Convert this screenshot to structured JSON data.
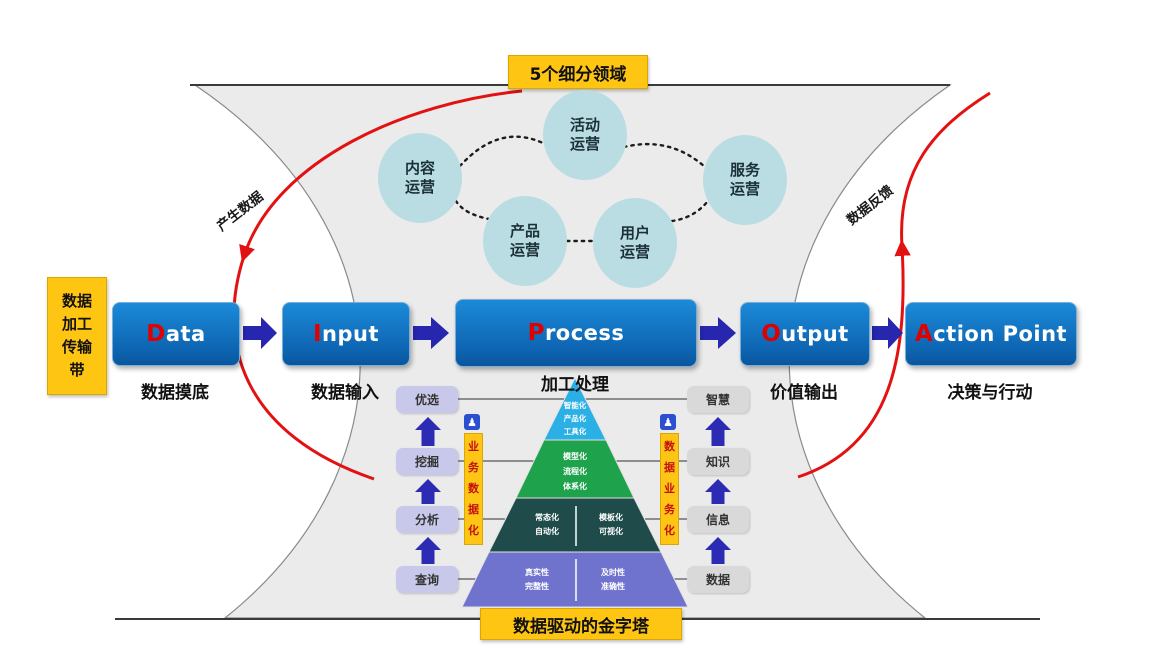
{
  "tags": {
    "top": "5个细分领域",
    "bottom": "数据驱动的金字塔",
    "conveyor": "数据加工传输带"
  },
  "circles": [
    {
      "label": "内容运营"
    },
    {
      "label": "活动运营"
    },
    {
      "label": "服务运营"
    },
    {
      "label": "产品运营"
    },
    {
      "label": "用户运营"
    }
  ],
  "flow_boxes": [
    {
      "initial": "D",
      "rest": "ata",
      "caption": "数据摸底"
    },
    {
      "initial": "I",
      "rest": "nput",
      "caption": "数据输入"
    },
    {
      "initial": "P",
      "rest": "rocess",
      "caption": "加工处理"
    },
    {
      "initial": "O",
      "rest": "utput",
      "caption": "价值输出"
    },
    {
      "initial": "A",
      "rest": "ction Point",
      "caption": "决策与行动"
    }
  ],
  "cycle_labels": {
    "produce": "产生数据",
    "feedback": "数据反馈"
  },
  "left_ladder": [
    {
      "label": "优选"
    },
    {
      "label": "挖掘"
    },
    {
      "label": "分析"
    },
    {
      "label": "查询"
    }
  ],
  "right_ladder": [
    {
      "label": "智慧"
    },
    {
      "label": "知识"
    },
    {
      "label": "信息"
    },
    {
      "label": "数据"
    }
  ],
  "strips": {
    "left": "业务数据化",
    "right": "数据业务化",
    "icon": "♟"
  },
  "pyramid": {
    "levels": [
      {
        "name": "wisdom-layer",
        "color": "#2bb0e6",
        "lines": [
          "智能化",
          "产品化",
          "工具化"
        ]
      },
      {
        "name": "knowledge-layer",
        "color": "#1ea24b",
        "lines": [
          "模型化",
          "流程化",
          "体系化"
        ]
      },
      {
        "name": "information-layer",
        "color": "#1f4b4b",
        "left": [
          "常态化",
          "自动化"
        ],
        "right": [
          "模板化",
          "可视化"
        ]
      },
      {
        "name": "data-layer",
        "color": "#7073ce",
        "left": [
          "真实性",
          "完整性"
        ],
        "right": [
          "及时性",
          "准确性"
        ]
      }
    ]
  },
  "colors": {
    "flow_box_blue": "#0d63b0",
    "initial_red": "#e00000",
    "arrow_indigo": "#2626ae",
    "cycle_red": "#e31212",
    "tag_yellow": "#ffc513",
    "circle_fill": "#b9dde2",
    "strip_text_red": "#c40f0f",
    "gray_field": "#ebebeb"
  }
}
